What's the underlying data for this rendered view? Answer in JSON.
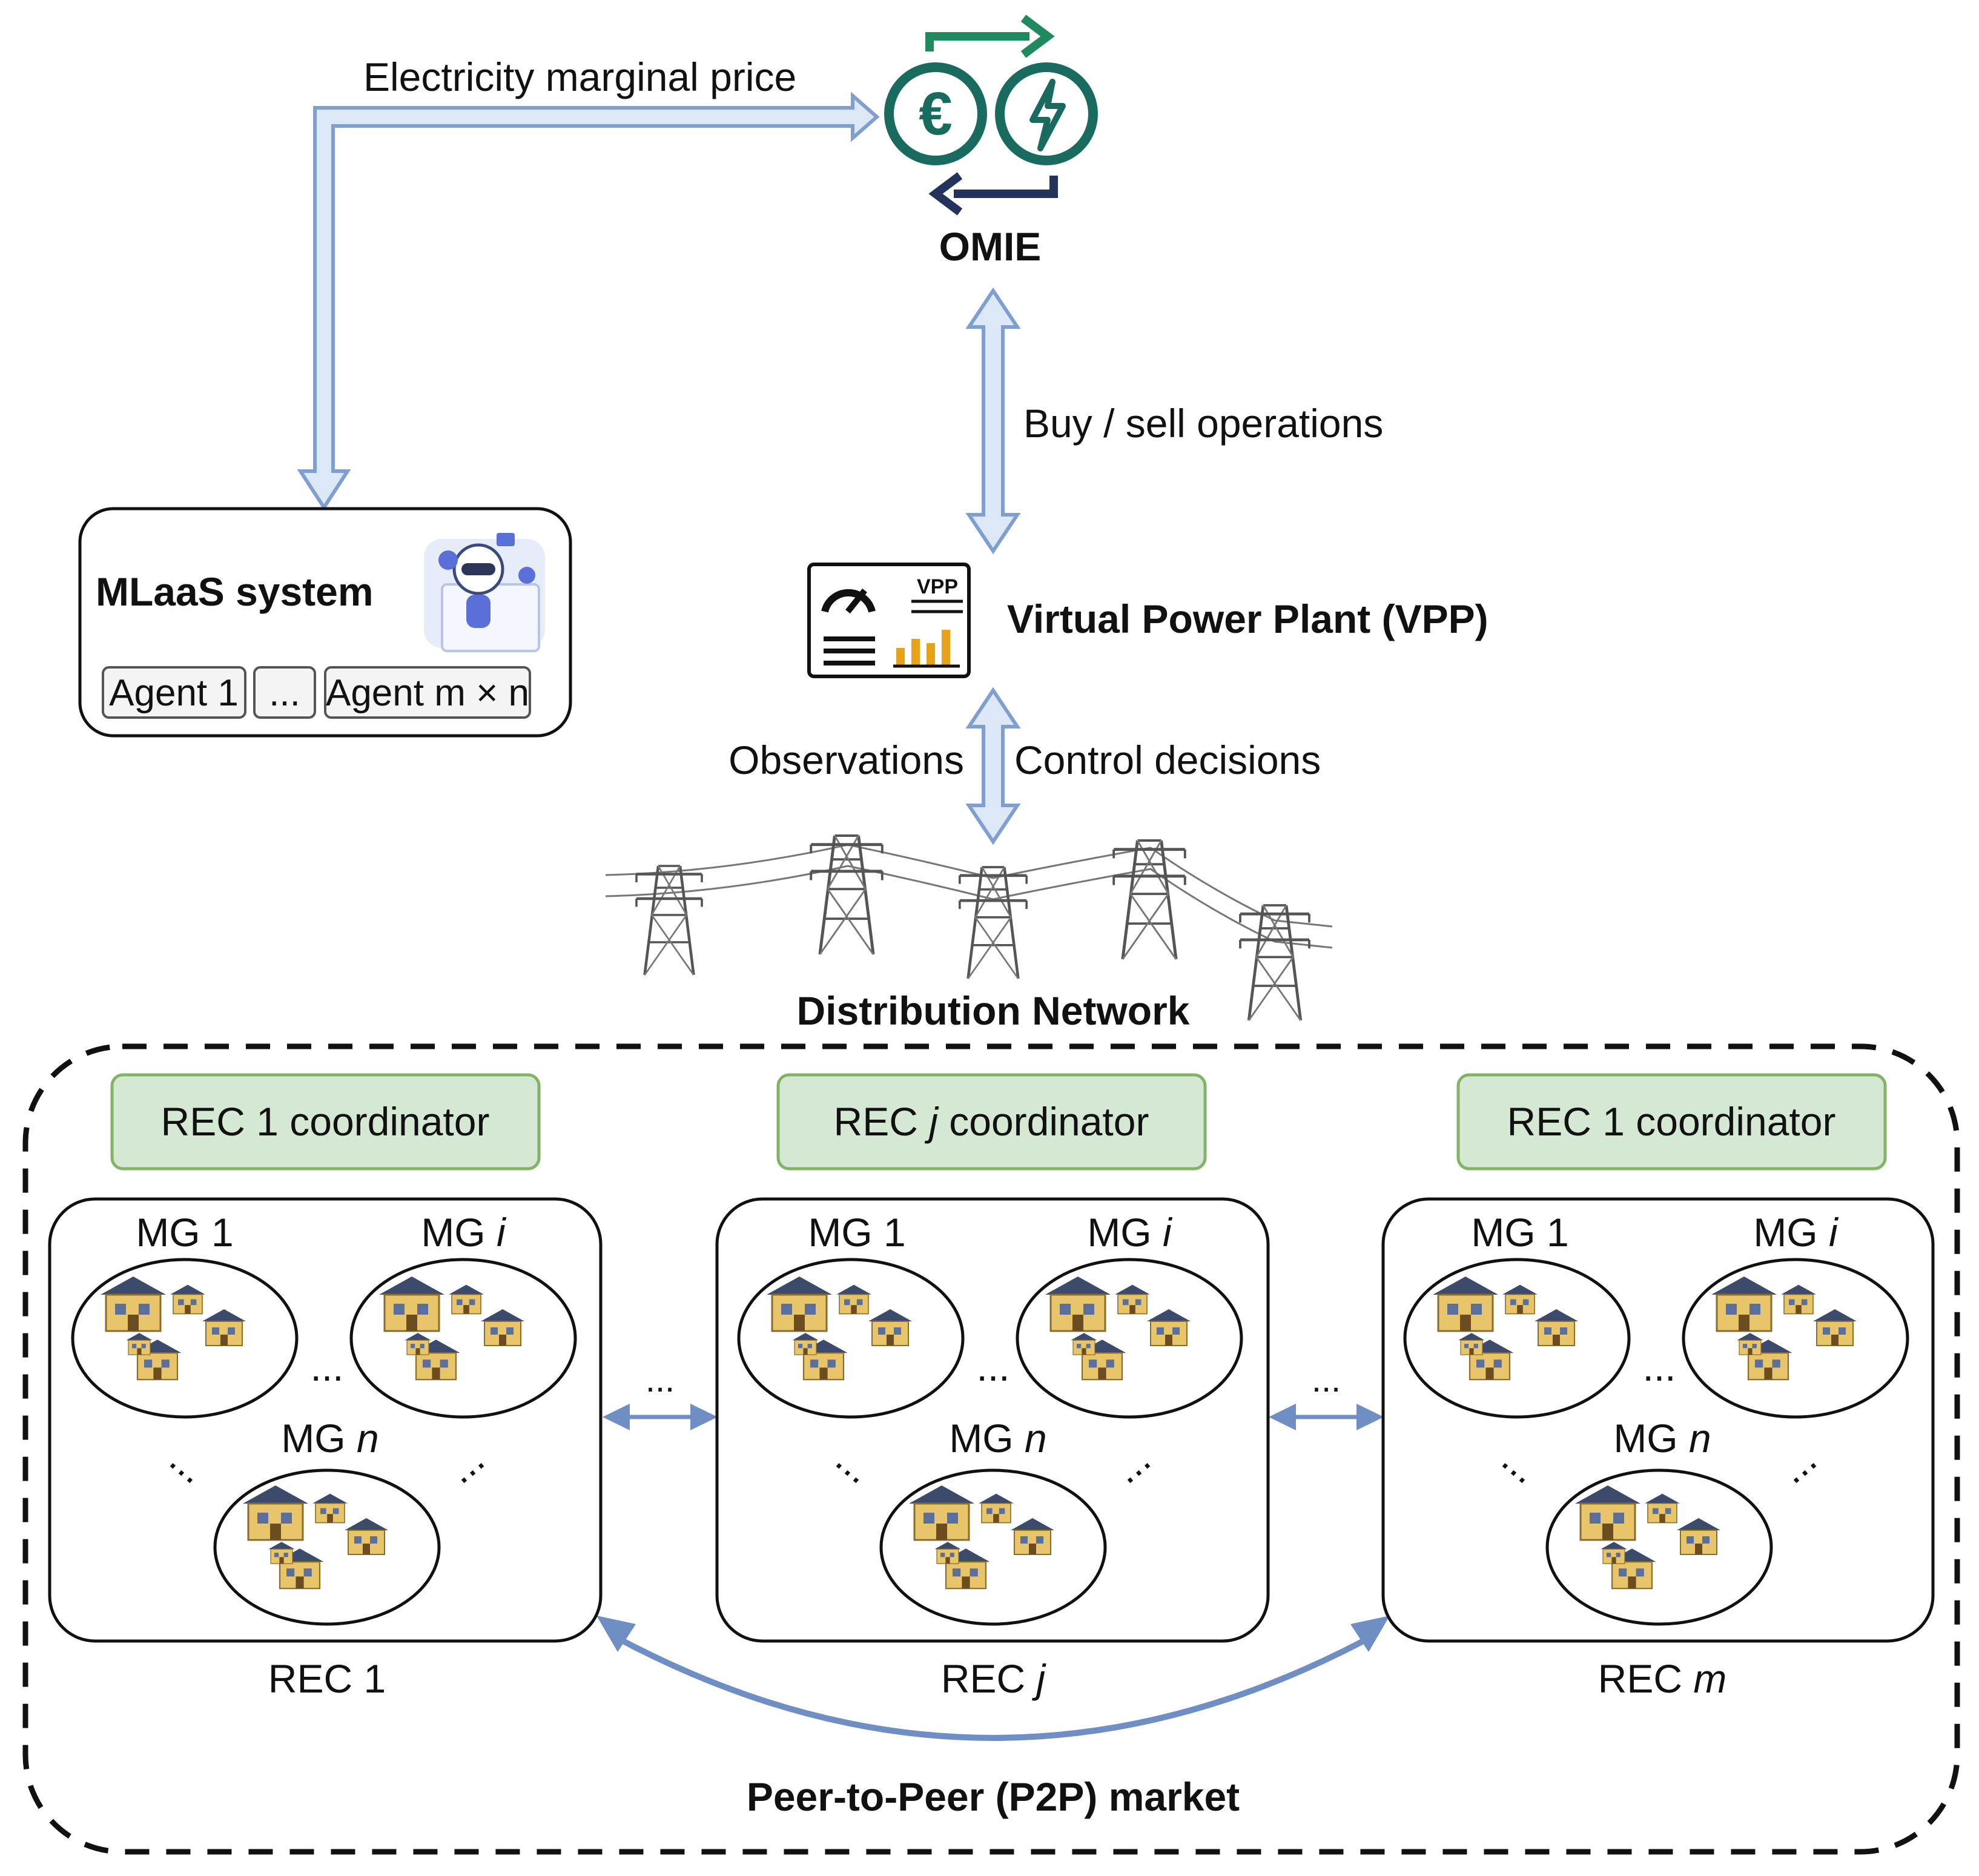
{
  "omie": {
    "label": "OMIE",
    "colors": {
      "euro": "#1a6b5f",
      "bolt": "#1a6b5f",
      "arrow_top": "#1e8a5e",
      "arrow_bottom": "#23335c"
    }
  },
  "edges": {
    "price": "Electricity marginal price",
    "buy_sell": "Buy / sell operations",
    "observations": "Observations",
    "control": "Control decisions"
  },
  "mlaas": {
    "title": "MLaaS system",
    "agents": [
      "Agent 1",
      "...",
      "Agent m × n"
    ]
  },
  "vpp": {
    "label": "Virtual Power Plant (VPP)",
    "badge": "VPP"
  },
  "network": {
    "label": "Distribution Network"
  },
  "market": {
    "label": "Peer-to-Peer (P2P) market"
  },
  "recs": [
    {
      "coordinator": [
        "REC 1 coordinator"
      ],
      "label": [
        "REC 1"
      ]
    },
    {
      "coordinator": [
        "REC ",
        "j",
        " coordinator"
      ],
      "label": [
        "REC ",
        "j"
      ]
    },
    {
      "coordinator": [
        "REC 1 coordinator"
      ],
      "label": [
        "REC ",
        "m"
      ]
    }
  ],
  "mg": {
    "first": "MG 1",
    "i": [
      "MG ",
      "i"
    ],
    "n": [
      "MG ",
      "n"
    ],
    "ellipsis": "..."
  },
  "colors": {
    "arrow_fill": "#dde8f6",
    "arrow_stroke": "#7f9fd0",
    "p2p_arrow": "#6f8fc4",
    "coordinator_fill": "#d5e8d4",
    "coordinator_stroke": "#82b366",
    "house_wall": "#e8c46a",
    "house_roof": "#3c4a6b"
  }
}
